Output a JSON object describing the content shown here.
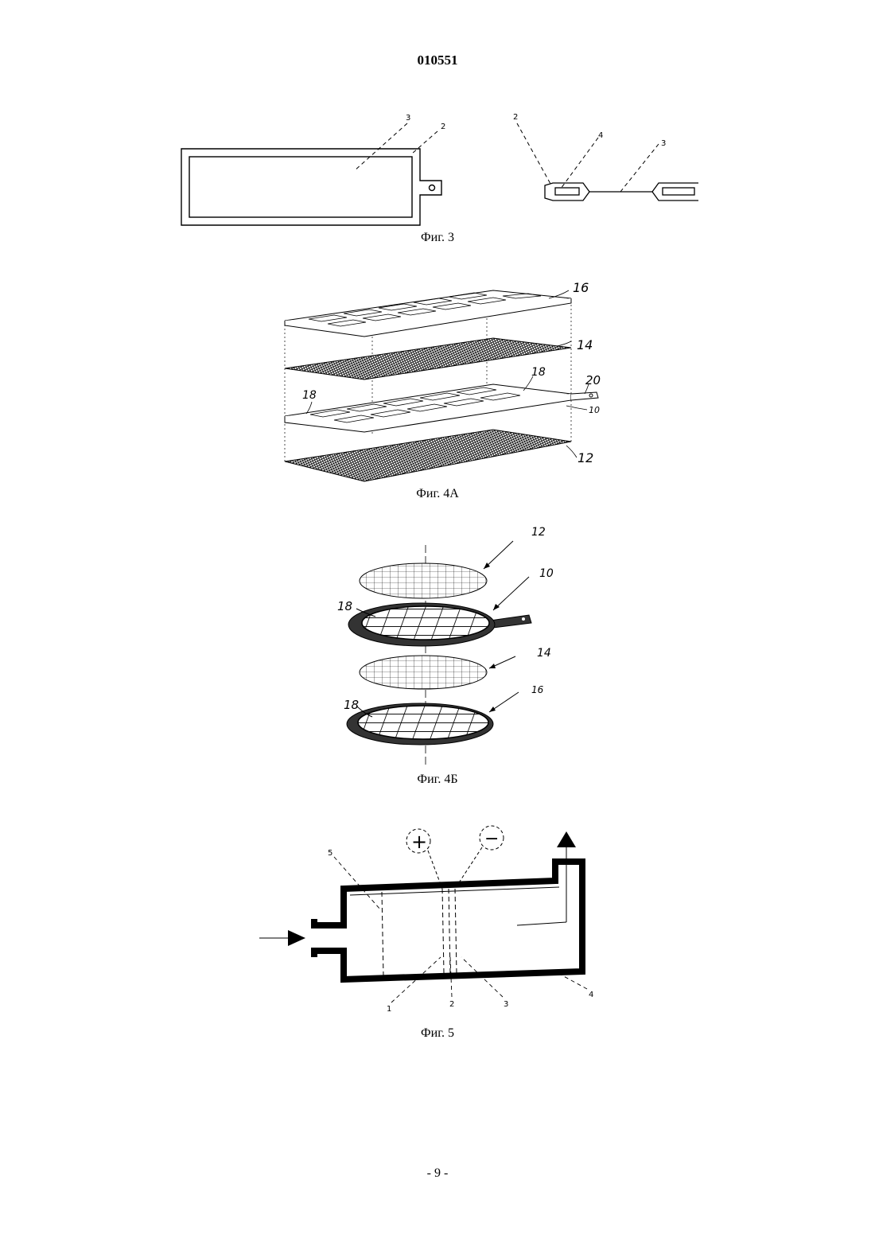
{
  "document_number": "010551",
  "page_number": "- 9 -",
  "figures": {
    "fig3": {
      "caption": "Фиг. 3",
      "left_labels": [
        "3",
        "2"
      ],
      "right_labels": [
        "2",
        "4",
        "3"
      ]
    },
    "fig4a": {
      "caption": "Фиг. 4А",
      "labels": [
        "16",
        "14",
        "18",
        "20",
        "18",
        "10",
        "12"
      ]
    },
    "fig4b": {
      "caption": "Фиг. 4Б",
      "labels": [
        "12",
        "10",
        "18",
        "14",
        "16",
        "18"
      ]
    },
    "fig5": {
      "caption": "Фиг. 5",
      "labels": [
        "5",
        "1",
        "2",
        "3",
        "4"
      ],
      "symbols": [
        "+",
        "−"
      ]
    }
  }
}
